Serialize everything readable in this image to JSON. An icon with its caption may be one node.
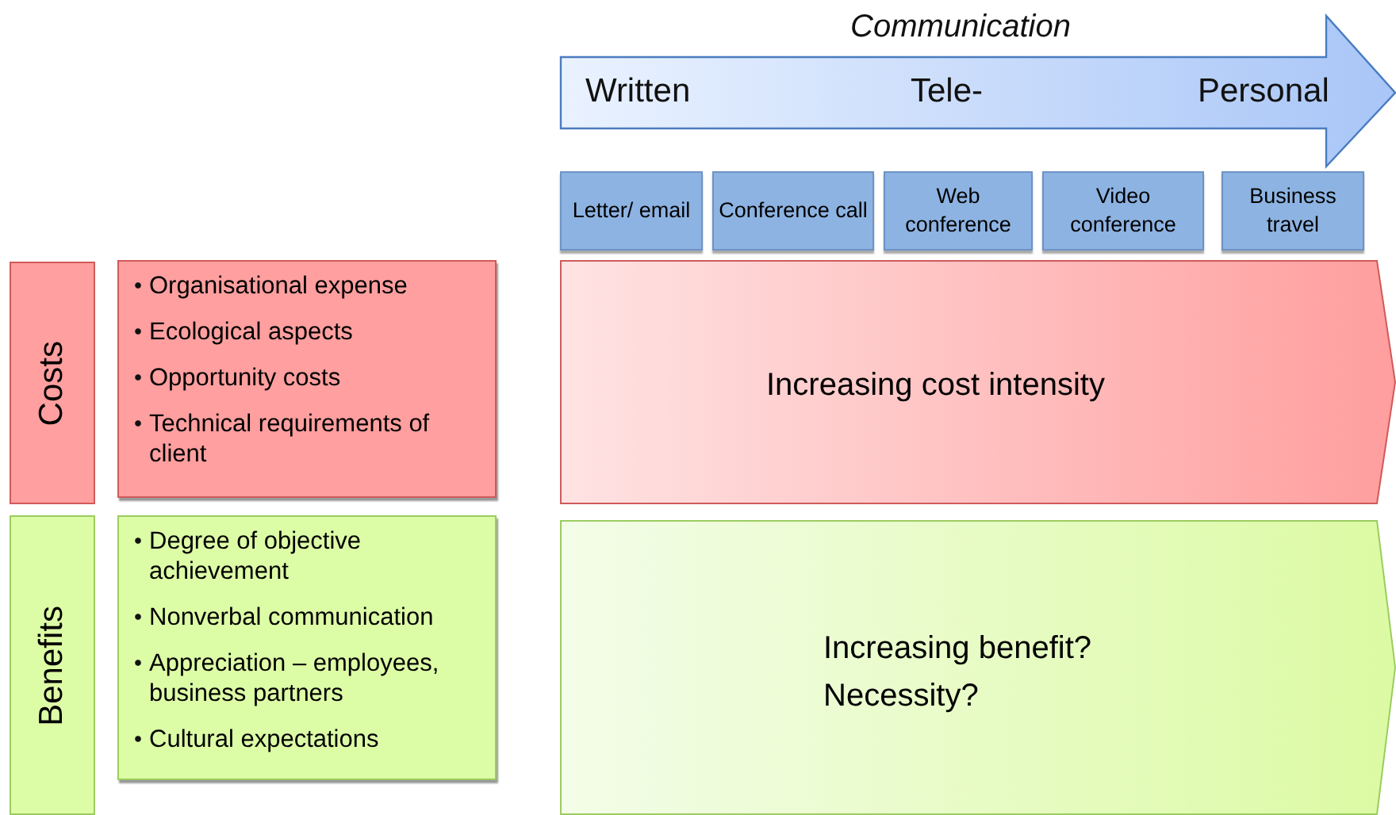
{
  "diagram": {
    "nodes": [
      {
        "text": [
          "Communication",
          "Written",
          "Tele-",
          "Personal"
        ]
      },
      {
        "text": [
          "Letter/ email"
        ]
      },
      {
        "text": [
          "Conference call"
        ]
      },
      {
        "text": [
          "Web conference"
        ]
      },
      {
        "text": [
          "Video conference"
        ]
      },
      {
        "text": [
          "Business travel"
        ]
      },
      {
        "text": [
          "Costs"
        ]
      },
      {
        "text": [
          "Organisational expense",
          "Ecological aspects",
          "Opportunity costs",
          "Technical requirements of client"
        ]
      },
      {
        "text": [
          "Increasing cost intensity"
        ]
      },
      {
        "text": [
          "Benefits"
        ]
      },
      {
        "text": [
          "Degree of objective achievement",
          "Nonverbal communication",
          "Appreciation – employees, business partners",
          "Cultural expectations"
        ]
      },
      {
        "text": [
          "Increasing benefit?",
          "Necessity?"
        ]
      }
    ]
  }
}
